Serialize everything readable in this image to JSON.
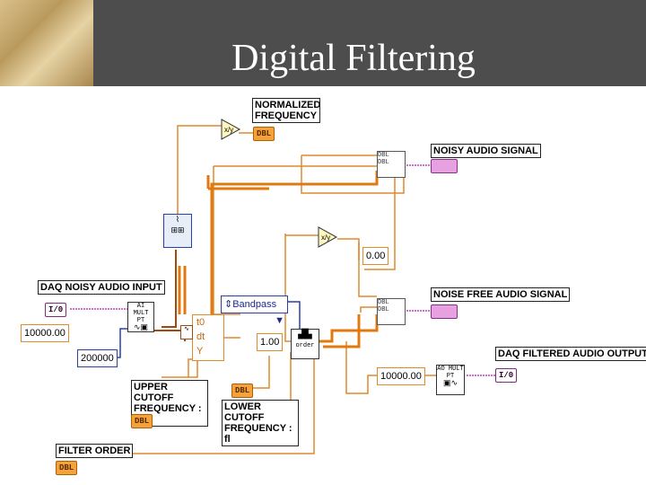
{
  "header": {
    "title": "Digital Filtering"
  },
  "labels": {
    "normalized_frequency": "NORMALIZED FREQUENCY",
    "noisy_audio_signal": "NOISY AUDIO SIGNAL",
    "daq_noisy_audio_input": "DAQ NOISY AUDIO INPUT",
    "noise_free_audio_signal": "NOISE FREE AUDIO SIGNAL",
    "daq_filtered_audio_output": "DAQ FILTERED AUDIO OUTPUT",
    "upper_cutoff_frequency": "UPPER CUTOFF FREQUENCY : fh",
    "lower_cutoff_frequency": "LOWER CUTOFF FREQUENCY : fl",
    "filter_order": "FILTER ORDER"
  },
  "values": {
    "sample_rate_in": "10000.00",
    "num_samples": "200000",
    "constant_zero": "0.00",
    "constant_one": "1.00",
    "sample_rate_out": "10000.00",
    "filter_type": "Bandpass"
  },
  "terminals": {
    "dbl": "DBL",
    "io": "I/0"
  },
  "nodes": {
    "ai_mult_pt": "AI MULT PT",
    "ao_mult_pt": "AO MULT PT",
    "t0": "t0",
    "dt": "dt",
    "y": "Y",
    "order": "order"
  },
  "colors": {
    "header_bg": "#4d4d4d",
    "wire_orange": "#e08a2c",
    "wire_thick": "#e07a10",
    "wire_blue": "#2b3fa8",
    "wire_pink": "#c23cc0",
    "dbl_terminal": "#f4a33a",
    "io_terminal": "#e7a0e0"
  }
}
